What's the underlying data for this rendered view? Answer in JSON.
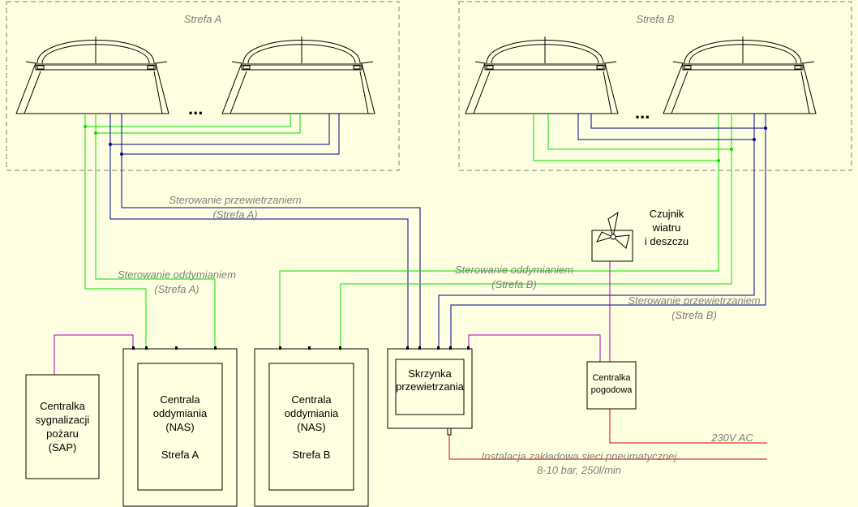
{
  "zones": {
    "a": "Strefa A",
    "b": "Strefa B"
  },
  "ellipsis": "...",
  "labels": {
    "vent_a_1": "Sterowanie przewietrzaniem",
    "vent_a_2": "(Strefa A)",
    "smoke_a_1": "Sterowanie oddymianiem",
    "smoke_a_2": "(Strefa A)",
    "smoke_b_1": "Sterowanie oddymianiem",
    "smoke_b_2": "(Strefa B)",
    "vent_b_1": "Sterowanie przewietrzaniem",
    "vent_b_2": "(Strefa B)",
    "sensor_1": "Czujnik",
    "sensor_2": "wiatru",
    "sensor_3": "i deszczu",
    "power": "230V AC",
    "air_1": "Instalacja zakładowa sieci pneumatycznej",
    "air_2": "8-10 bar, 250l/min"
  },
  "boxes": {
    "sap": [
      "Centralka",
      "sygnalizacji",
      "pożaru",
      "(SAP)"
    ],
    "nas_a": [
      "Centrala",
      "oddymiania",
      "(NAS)",
      "",
      "Strefa A"
    ],
    "nas_b": [
      "Centrala",
      "oddymiania",
      "(NAS)",
      "",
      "Strefa B"
    ],
    "box": [
      "Skrzynka",
      "przewietrzania"
    ],
    "weather": [
      "Centralka",
      "pogodowa"
    ]
  },
  "colors": {
    "background": "#ffffe1",
    "smoke_line": "#00e000",
    "vent_line": "#00008f",
    "signal_line": "#b000b0",
    "power_line": "#e00000",
    "outline": "#000000",
    "zone_border": "#808080"
  }
}
